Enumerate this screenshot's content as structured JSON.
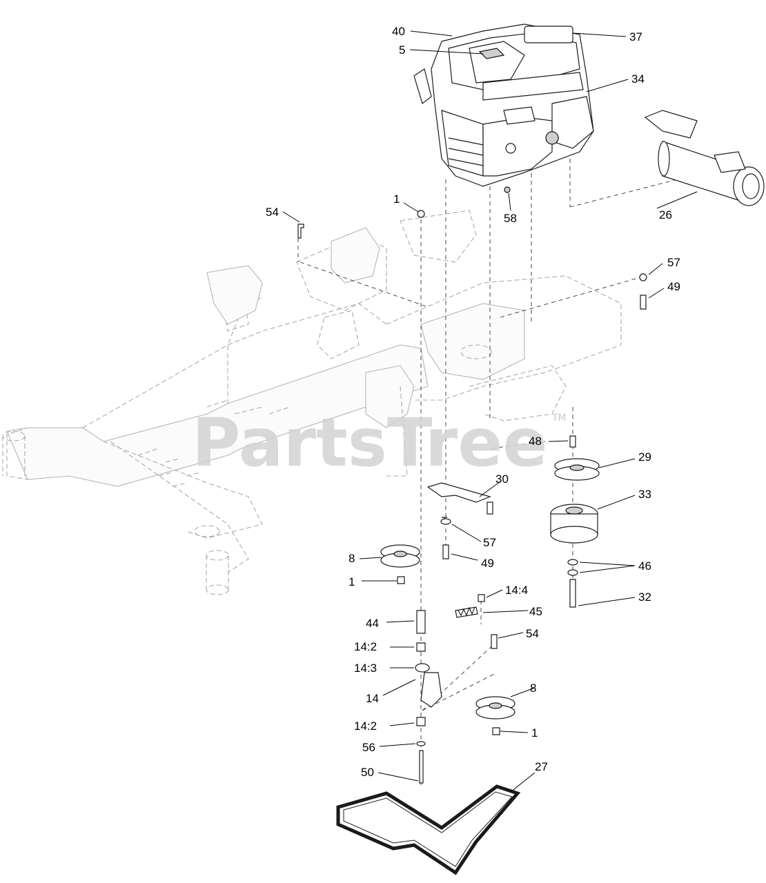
{
  "watermark": {
    "text": "PartsTree",
    "trademark": "TM"
  },
  "callouts": {
    "c40": "40",
    "c37": "37",
    "c5": "5",
    "c34": "34",
    "c26": "26",
    "c1a": "1",
    "c58": "58",
    "c54a": "54",
    "c57a": "57",
    "c49a": "49",
    "c48": "48",
    "c29": "29",
    "c30": "30",
    "c33": "33",
    "c57b": "57",
    "c8a": "8",
    "c49b": "49",
    "c46": "46",
    "c1b": "1",
    "c32": "32",
    "c14_4": "14:4",
    "c45": "45",
    "c44": "44",
    "c54b": "54",
    "c14_2a": "14:2",
    "c14_3": "14:3",
    "c8b": "8",
    "c14": "14",
    "c14_2b": "14:2",
    "c1c": "1",
    "c56": "56",
    "c50": "50",
    "c27": "27"
  }
}
